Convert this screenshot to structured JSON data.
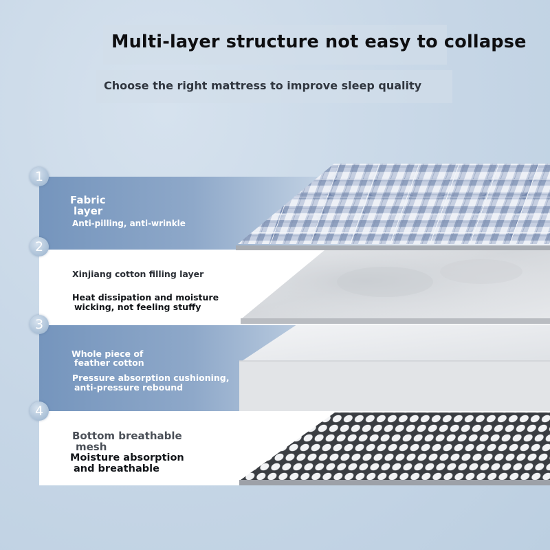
{
  "header": {
    "title": "Multi-layer structure not easy to collapse",
    "subtitle": "Choose the right mattress to improve sleep quality"
  },
  "layers": [
    {
      "number": "1",
      "name_line1": "Fabric",
      "name_line2": "layer",
      "desc_line1": "Anti-pilling, anti-wrinkle"
    },
    {
      "number": "2",
      "name_line1": "Xinjiang cotton filling layer",
      "desc_line1": "Heat dissipation and moisture",
      "desc_line2": "wicking, not feeling stuffy"
    },
    {
      "number": "3",
      "name_line1": "Whole piece of",
      "name_line2": "feather cotton",
      "desc_line1": "Pressure absorption cushioning,",
      "desc_line2": "anti-pressure rebound"
    },
    {
      "number": "4",
      "name_line1": "Bottom breathable",
      "name_line2": "mesh",
      "desc_line1": "Moisture absorption",
      "desc_line2": "and breathable"
    }
  ],
  "colors": {
    "background": "#c8d8e8",
    "band_blue": "#7595bd",
    "plaid_blue": "#8da2c4",
    "mesh_dark": "#3a3d42"
  }
}
